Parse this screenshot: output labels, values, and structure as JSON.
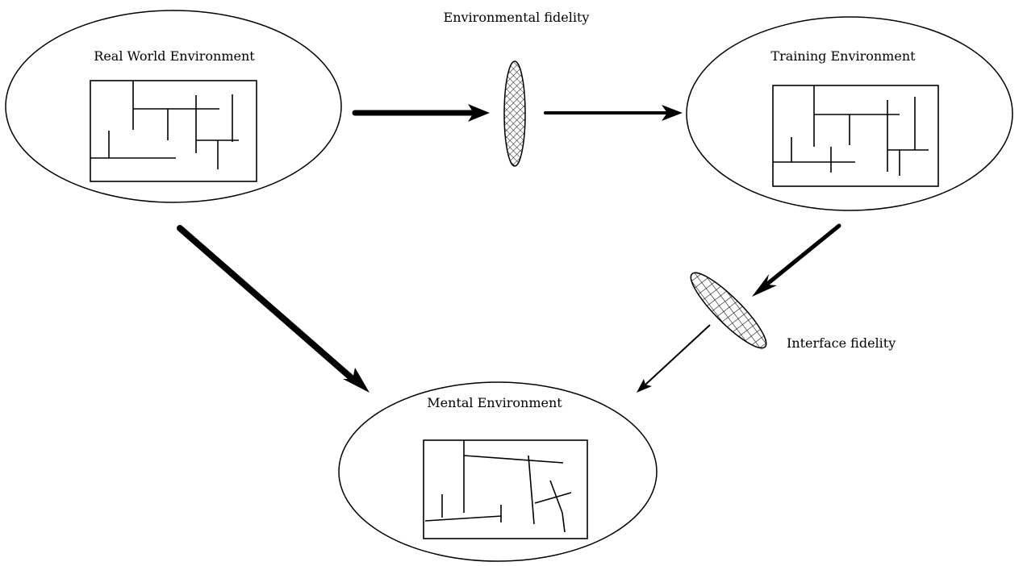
{
  "diagram": {
    "nodes": {
      "real_world": {
        "label": "Real World Environment"
      },
      "training": {
        "label": "Training Environment"
      },
      "mental": {
        "label": "Mental Environment"
      }
    },
    "filters": {
      "environmental": {
        "label": "Environmental fidelity"
      },
      "interface": {
        "label": "Interface fidelity"
      }
    }
  }
}
